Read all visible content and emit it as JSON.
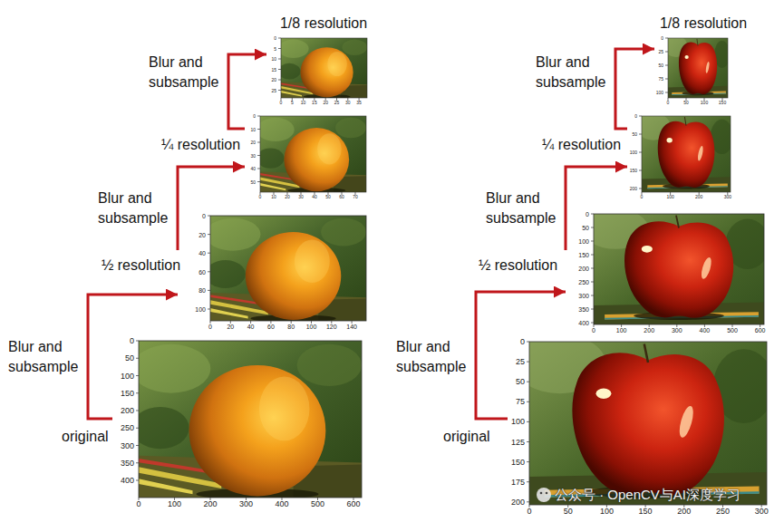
{
  "diagram": {
    "nodes": [
      {
        "text": [
          "original"
        ]
      },
      {
        "text": [
          "½ resolution"
        ]
      },
      {
        "text": [
          "¼ resolution"
        ]
      },
      {
        "text": [
          "1/8 resolution"
        ]
      },
      {
        "text": [
          "original"
        ]
      },
      {
        "text": [
          "½ resolution"
        ]
      },
      {
        "text": [
          "¼ resolution"
        ]
      },
      {
        "text": [
          "1/8 resolution"
        ]
      }
    ],
    "edges": [
      {
        "from": 0,
        "to": 1,
        "label": "Blur and subsample",
        "arrow": "to"
      },
      {
        "from": 1,
        "to": 2,
        "label": "Blur and subsample",
        "arrow": "to"
      },
      {
        "from": 2,
        "to": 3,
        "label": "Blur and subsample",
        "arrow": "to"
      },
      {
        "from": 4,
        "to": 5,
        "label": "Blur and subsample",
        "arrow": "to"
      },
      {
        "from": 5,
        "to": 6,
        "label": "Blur and subsample",
        "arrow": "to"
      },
      {
        "from": 6,
        "to": 7,
        "label": "Blur and subsample",
        "arrow": "to"
      }
    ],
    "labels": [
      "0",
      "50",
      "100",
      "150",
      "200",
      "250",
      "300",
      "350",
      "400",
      "0",
      "100",
      "200",
      "300",
      "400",
      "500",
      "600",
      "0",
      "20",
      "40",
      "60",
      "80",
      "100",
      "0",
      "20",
      "40",
      "60",
      "80",
      "100",
      "120",
      "140",
      "0",
      "10",
      "20",
      "30",
      "40",
      "50",
      "0",
      "10",
      "20",
      "30",
      "40",
      "50",
      "60",
      "70",
      "0",
      "5",
      "10",
      "15",
      "20",
      "25",
      "0",
      "5",
      "10",
      "15",
      "20",
      "25",
      "30",
      "35",
      "0",
      "25",
      "50",
      "75",
      "100",
      "125",
      "150",
      "175",
      "200",
      "0",
      "50",
      "100",
      "150",
      "200",
      "250",
      "300",
      "0",
      "50",
      "100",
      "150",
      "200",
      "250",
      "300",
      "350",
      "400",
      "0",
      "100",
      "200",
      "300",
      "400",
      "500",
      "600",
      "0",
      "50",
      "100",
      "150",
      "200",
      "0",
      "100",
      "200",
      "300",
      "0",
      "25",
      "50",
      "75",
      "100",
      "0",
      "50",
      "100",
      "150",
      "公众号 · OpenCV与AI深度学习"
    ]
  }
}
